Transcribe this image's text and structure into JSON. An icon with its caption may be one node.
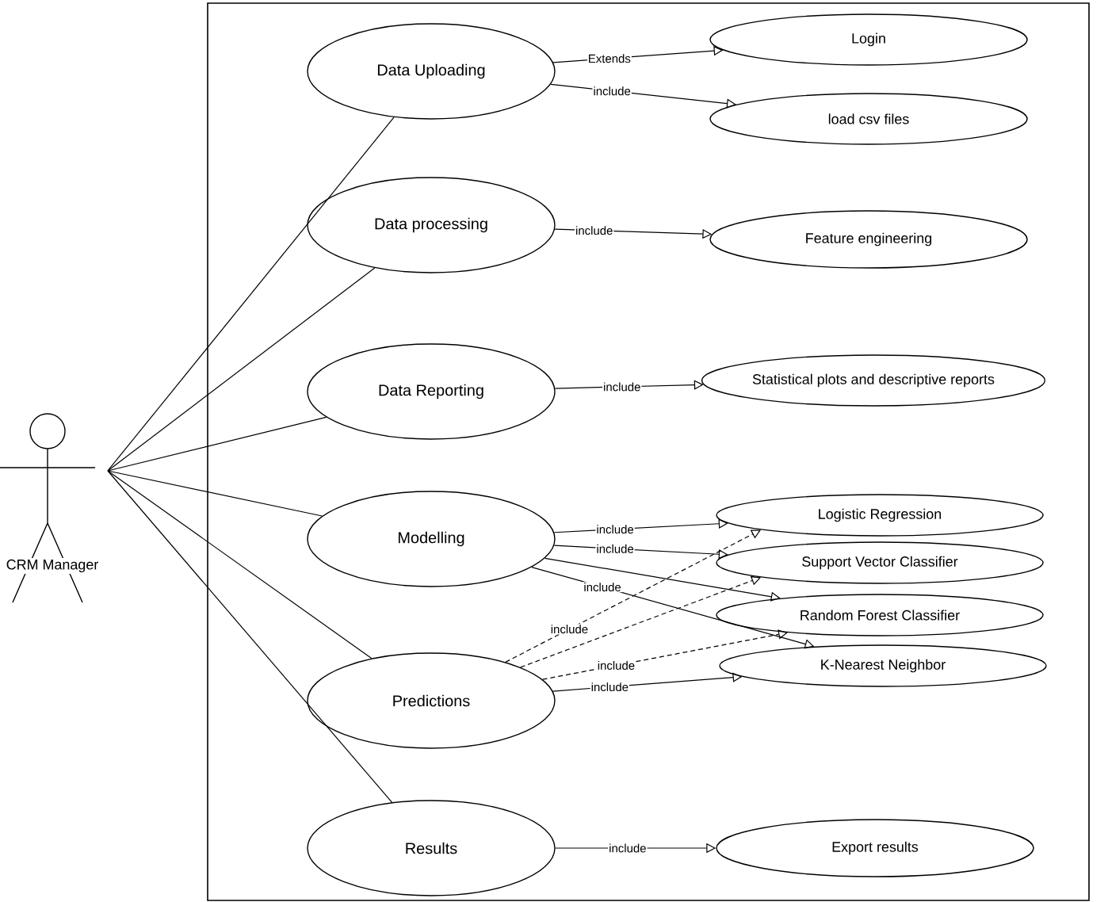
{
  "diagram": {
    "nodes": [
      {
        "text": [
          "CRM Manager"
        ]
      },
      {
        "text": [],
        "shape": "box"
      },
      {
        "text": [
          "Data Uploading"
        ],
        "in": 1
      },
      {
        "text": [
          "Data processing"
        ],
        "in": 1
      },
      {
        "text": [
          "Data Reporting"
        ],
        "in": 1
      },
      {
        "text": [
          "Modelling"
        ],
        "in": 1
      },
      {
        "text": [
          "Predictions"
        ],
        "in": 1
      },
      {
        "text": [
          "Results"
        ],
        "in": 1
      },
      {
        "text": [
          "Login"
        ],
        "in": 1
      },
      {
        "text": [
          "load csv files"
        ],
        "in": 1
      },
      {
        "text": [
          "Feature engineering"
        ],
        "in": 1
      },
      {
        "text": [
          "Statistical plots and descriptive reports"
        ],
        "in": 1
      },
      {
        "text": [
          "Logistic Regression"
        ],
        "in": 1
      },
      {
        "text": [
          "Support Vector Classifier"
        ],
        "in": 1
      },
      {
        "text": [
          "Random Forest Classifier"
        ],
        "in": 1
      },
      {
        "text": [
          "K-Nearest Neighbor"
        ],
        "in": 1
      },
      {
        "text": [
          "Export results"
        ],
        "in": 1
      }
    ],
    "edges": [
      {
        "from": 0,
        "to": 2,
        "arrow": "none"
      },
      {
        "from": 0,
        "to": 3,
        "arrow": "none"
      },
      {
        "from": 0,
        "to": 4,
        "arrow": "none"
      },
      {
        "from": 0,
        "to": 5,
        "arrow": "none"
      },
      {
        "from": 0,
        "to": 6,
        "arrow": "none"
      },
      {
        "from": 0,
        "to": 7,
        "arrow": "none"
      },
      {
        "from": 2,
        "to": 8,
        "arrow": "to",
        "label": "Extends"
      },
      {
        "from": 2,
        "to": 9,
        "arrow": "to",
        "label": "include"
      },
      {
        "from": 3,
        "to": 10,
        "arrow": "to",
        "label": "include"
      },
      {
        "from": 4,
        "to": 11,
        "arrow": "to",
        "label": "include"
      },
      {
        "from": 5,
        "to": 12,
        "arrow": "to",
        "label": "include"
      },
      {
        "from": 5,
        "to": 13,
        "arrow": "to",
        "label": "include"
      },
      {
        "from": 5,
        "to": 14,
        "arrow": "to"
      },
      {
        "from": 5,
        "to": 15,
        "arrow": "to",
        "label": "include"
      },
      {
        "from": 6,
        "to": 12,
        "arrow": "to",
        "label": "include",
        "style": "dashed"
      },
      {
        "from": 6,
        "to": 13,
        "arrow": "to",
        "style": "dashed"
      },
      {
        "from": 6,
        "to": 14,
        "arrow": "to",
        "label": "include",
        "style": "dashed"
      },
      {
        "from": 6,
        "to": 15,
        "arrow": "to",
        "label": "include"
      },
      {
        "from": 7,
        "to": 16,
        "arrow": "to",
        "label": "include"
      }
    ]
  }
}
